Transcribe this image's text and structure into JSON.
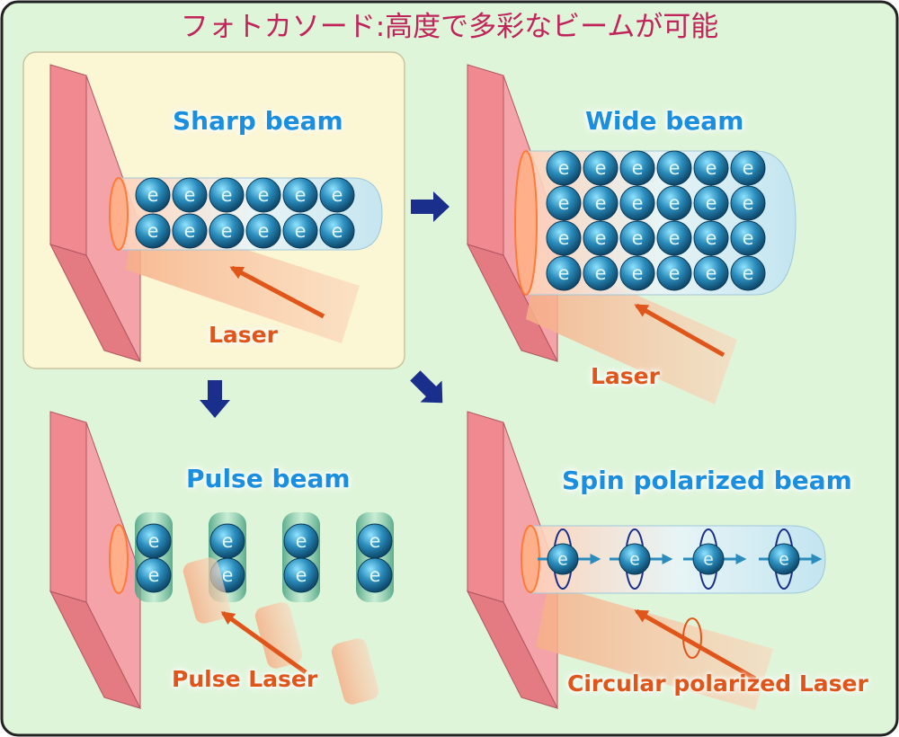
{
  "title": "フォトカソード:高度で多彩なビームが可能",
  "panels": {
    "sharp": {
      "heading": "Sharp beam",
      "laser": "Laser"
    },
    "wide": {
      "heading": "Wide beam",
      "laser": "Laser"
    },
    "pulse": {
      "heading": "Pulse beam",
      "laser": "Pulse Laser"
    },
    "spin": {
      "heading": "Spin polarized beam",
      "laser": "Circular polarized Laser"
    }
  },
  "electron_symbol": "e",
  "colors": {
    "background": "#dff5da",
    "highlight_panel": "#fbf6d4",
    "cathode": "#f08a90",
    "electron": "#1f7ea8",
    "heading": "#1a8fe0",
    "laser_text": "#e0561a",
    "arrow": "#1a2f8c",
    "title": "#c0245a"
  }
}
